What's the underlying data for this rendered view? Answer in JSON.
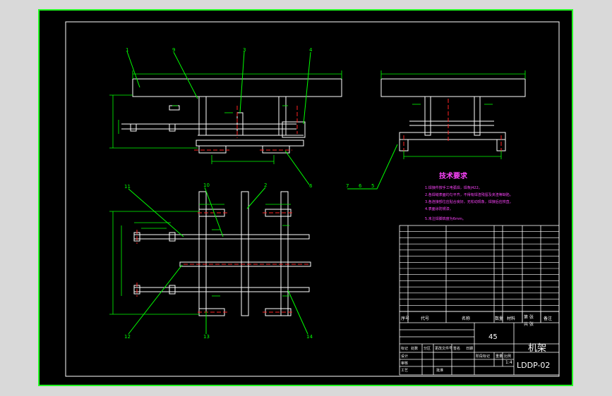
{
  "colors": {
    "background": "#000000",
    "frame": "#22ff22",
    "part_outline": "#ffffff",
    "leader_line": "#00ff00",
    "dimension": "#00ff00",
    "centerline": "#ff2222",
    "notes_text": "#ff44ff",
    "title_block_text": "#ffffff"
  },
  "notes": {
    "title": "技术要求",
    "items": [
      "1.焊接件按手工电弧焊，焊条J422。",
      "2.各焊缝表面均匀平齐，不得有焊渣残留及夹渣等缺陷。",
      "3.各连接部位应贴合良好，无松动现象，焊接后应校直。",
      "4.表面涂防锈漆。",
      "5.未注焊脚高度为6mm。"
    ]
  },
  "balloons": {
    "front_view": [
      "1",
      "9",
      "3",
      "4",
      "6"
    ],
    "side_view": [
      "7",
      "6",
      "5"
    ],
    "top_view": [
      "11",
      "10",
      "2",
      "12",
      "13",
      "14"
    ]
  },
  "title_block": {
    "material": "45",
    "part_name": "机架",
    "drawing_no": "LDDP-02",
    "scale": "1:4",
    "sheet_label": "第 张",
    "total_label": "共 张",
    "bom_header": [
      "序号",
      "代号",
      "名称",
      "数量",
      "材料",
      "备注"
    ],
    "left_labels": [
      "标记",
      "处数",
      "分区",
      "更改文件号",
      "签名",
      "日期"
    ],
    "role_labels": [
      "设计",
      "审核",
      "工艺",
      "批准"
    ],
    "stage_labels": [
      "阶段标记",
      "重量",
      "比例"
    ]
  }
}
